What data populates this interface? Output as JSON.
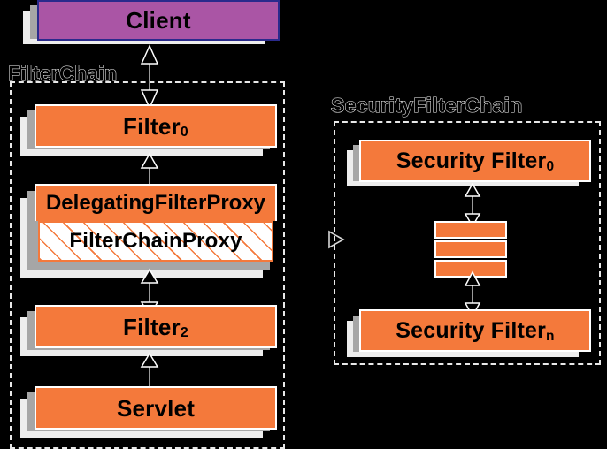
{
  "diagram": {
    "title": "Spring Security FilterChain / SecurityFilterChain",
    "background_color": "#000000",
    "colors": {
      "orange": "#f4793b",
      "purple": "#aa55a5",
      "purple_border": "#2a2a8c",
      "box_border": "#ffffff",
      "shadow_near": "#a6a6a6",
      "shadow_far": "#ededed",
      "dashed_border": "#e8e8e8",
      "text": "#000000",
      "hatch_line": "#f4793b",
      "hatch_bg": "#ffffff"
    }
  },
  "groups": [
    {
      "id": "filter-chain",
      "label": "FilterChain"
    },
    {
      "id": "security-filter-chain",
      "label": "SecurityFilterChain"
    }
  ],
  "left_column": {
    "nodes": [
      {
        "id": "client",
        "label": "Client",
        "sub": "",
        "style": "purple"
      },
      {
        "id": "filter-0",
        "label": "Filter",
        "sub": "0",
        "style": "orange"
      },
      {
        "id": "delegating-filter-proxy",
        "label": "DelegatingFilterProxy",
        "sub": "",
        "style": "orange-stack"
      },
      {
        "id": "filter-chain-proxy",
        "label": "FilterChainProxy",
        "sub": "",
        "style": "hatched"
      },
      {
        "id": "filter-2",
        "label": "Filter",
        "sub": "2",
        "style": "orange"
      },
      {
        "id": "servlet",
        "label": "Servlet",
        "sub": "",
        "style": "orange"
      }
    ]
  },
  "right_column": {
    "nodes": [
      {
        "id": "security-filter-0",
        "label": "Security Filter",
        "sub": "0",
        "style": "orange"
      },
      {
        "id": "ellipsis-bar-1",
        "label": "",
        "sub": "",
        "style": "bar"
      },
      {
        "id": "ellipsis-bar-2",
        "label": "",
        "sub": "",
        "style": "bar"
      },
      {
        "id": "ellipsis-bar-3",
        "label": "",
        "sub": "",
        "style": "bar"
      },
      {
        "id": "security-filter-n",
        "label": "Security Filter",
        "sub": "n",
        "style": "orange"
      }
    ]
  },
  "connectors": [
    {
      "id": "client-to-filter0",
      "from": "filter-0",
      "to": "client",
      "type": "bidirectional"
    },
    {
      "id": "filter0-to-dfp",
      "from": "delegating-filter-proxy",
      "to": "filter-0",
      "type": "bidirectional"
    },
    {
      "id": "fcp-to-filter2",
      "from": "filter-2",
      "to": "filter-chain-proxy",
      "type": "bidirectional"
    },
    {
      "id": "filter2-to-servlet",
      "from": "servlet",
      "to": "filter-2",
      "type": "bidirectional"
    },
    {
      "id": "sf0-to-bars",
      "from": "ellipsis-bar-1",
      "to": "security-filter-0",
      "type": "bidirectional"
    },
    {
      "id": "bars-to-sfn",
      "from": "security-filter-n",
      "to": "ellipsis-bar-3",
      "type": "bidirectional"
    },
    {
      "id": "fcp-to-securitychain",
      "from": "filter-chain-proxy",
      "to": "security-filter-chain",
      "type": "hollow-arrowhead"
    }
  ]
}
